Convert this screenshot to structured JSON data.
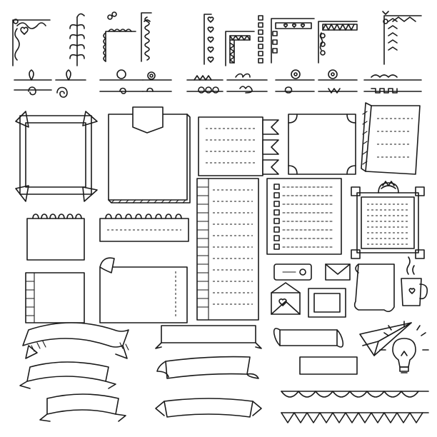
{
  "image": {
    "kind": "hand-drawn bullet journal doodle elements",
    "background": "#ffffff",
    "ink": "#1a1a1a"
  },
  "groups": {
    "corner_borders": [
      "heart-vine-corner",
      "leaf-sprig-corner",
      "scallop-corner",
      "wave-corner",
      "heart-chain-corner",
      "zigzag-corner",
      "bead-chain-corner",
      "heart-square-corner",
      "triangle-corner",
      "arrow-vine-corner"
    ],
    "dividers": [
      "leaf-divider",
      "flower-divider",
      "swirl-divider",
      "zigzag-flower-divider",
      "bead-divider",
      "flower-loop-divider",
      "square-wave-divider"
    ],
    "frames": [
      "photo-corner-frame",
      "tape-tag-note",
      "tabbed-lined-note",
      "folded-corner-note",
      "striped-lined-note",
      "spiral-note",
      "spiral-lined-note",
      "curled-note",
      "perforated-note",
      "margin-lined-list",
      "checklist-note",
      "ornate-frame"
    ],
    "small_items": [
      "envelope",
      "postage-stamp",
      "open-envelope",
      "scroll",
      "coffee-mug"
    ],
    "ribbons": [
      "wavy-banner",
      "straight-banner",
      "curled-banner",
      "flag-banner",
      "paper-plane",
      "light-bulb",
      "scallop-bunting",
      "triangle-bunting"
    ]
  },
  "checklist": {
    "rows": 8
  },
  "ornate_frame": {
    "lines": 8
  }
}
